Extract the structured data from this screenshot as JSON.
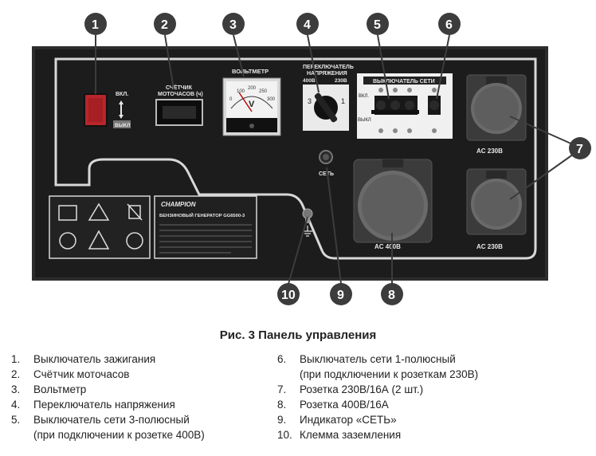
{
  "panel": {
    "on_label": "ВКЛ.",
    "off_label": "ВЫКЛ",
    "hour_meter_label_1": "СЧЁТЧИК",
    "hour_meter_label_2": "МОТОЧАСОВ (ч)",
    "voltmeter_label": "ВОЛЬТМЕТР",
    "voltmeter_unit": "V",
    "voltmeter_scale": [
      "0",
      "100",
      "200",
      "250",
      "300"
    ],
    "selector_label_1": "ПЕРЕКЛЮЧАТЕЛЬ",
    "selector_label_2": "НАПРЯЖЕНИЯ",
    "selector_left": "400В",
    "selector_right": "230В",
    "selector_pos_1": "3",
    "selector_pos_2": "1",
    "breaker_label": "ВЫКЛЮЧАТЕЛЬ СЕТИ",
    "indicator_label": "СЕТЬ",
    "socket_230_label": "AC 230В",
    "socket_400_label": "AC 400В",
    "brand": "CHAMPION",
    "model": "БЕНЗИНОВЫЙ ГЕНЕРАТОР GG6500-3"
  },
  "callouts": [
    "1",
    "2",
    "3",
    "4",
    "5",
    "6",
    "7",
    "8",
    "9",
    "10"
  ],
  "figure_title": "Рис. 3 Панель управления",
  "legend_left": [
    {
      "num": "1.",
      "text": "Выключатель зажигания"
    },
    {
      "num": "2.",
      "text": "Счётчик моточасов"
    },
    {
      "num": "3.",
      "text": "Вольтметр"
    },
    {
      "num": "4.",
      "text": "Переключатель напряжения"
    },
    {
      "num": "5.",
      "text": "Выключатель сети 3-полюсный",
      "cont": "(при подключении к розетке 400В)"
    }
  ],
  "legend_right": [
    {
      "num": "6.",
      "text": "Выключатель сети 1-полюсный",
      "cont": "(при подключении к розеткам 230В)"
    },
    {
      "num": "7.",
      "text": "Розетка 230В/16А (2 шт.)"
    },
    {
      "num": "8.",
      "text": "Розетка 400В/16А"
    },
    {
      "num": "9.",
      "text": "Индикатор «СЕТЬ»"
    },
    {
      "num": "10.",
      "text": "Клемма заземления"
    }
  ],
  "colors": {
    "panel": "#1f1f1f",
    "frame": "#3a3a3a",
    "callout": "#3c3c3c",
    "socket": "#6a6a6a"
  }
}
